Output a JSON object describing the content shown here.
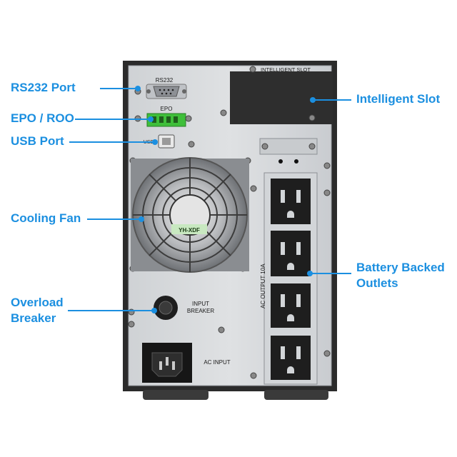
{
  "colors": {
    "callout": "#1b8fe0",
    "cabinet": "#2b2b2b",
    "panel": "#d7d9dc",
    "panel_edge": "#9ea2a7",
    "green_terminal": "#3fbf3a"
  },
  "callouts": {
    "rs232": "RS232 Port",
    "epo": "EPO / ROO",
    "usb": "USB Port",
    "fan": "Cooling Fan",
    "breaker_1": "Overload",
    "breaker_2": "Breaker",
    "slot": "Intelligent Slot",
    "outlets_1": "Battery Backed",
    "outlets_2": "Outlets"
  },
  "panel_labels": {
    "rs232": "RS232",
    "epo": "EPO",
    "usb": "USB",
    "intelligent_slot": "INTELLIGENT SLOT",
    "input_breaker_1": "INPUT",
    "input_breaker_2": "BREAKER",
    "ac_input": "AC INPUT",
    "ac_output": "AC OUTPUT   10A",
    "fan_sticker": "YH-XDF"
  },
  "icons": [
    "screw-icon",
    "db9-connector-icon",
    "usb-b-port-icon",
    "fan-grille-icon",
    "nema-5-15-outlet-icon",
    "iec-c14-inlet-icon",
    "breaker-button-icon"
  ]
}
